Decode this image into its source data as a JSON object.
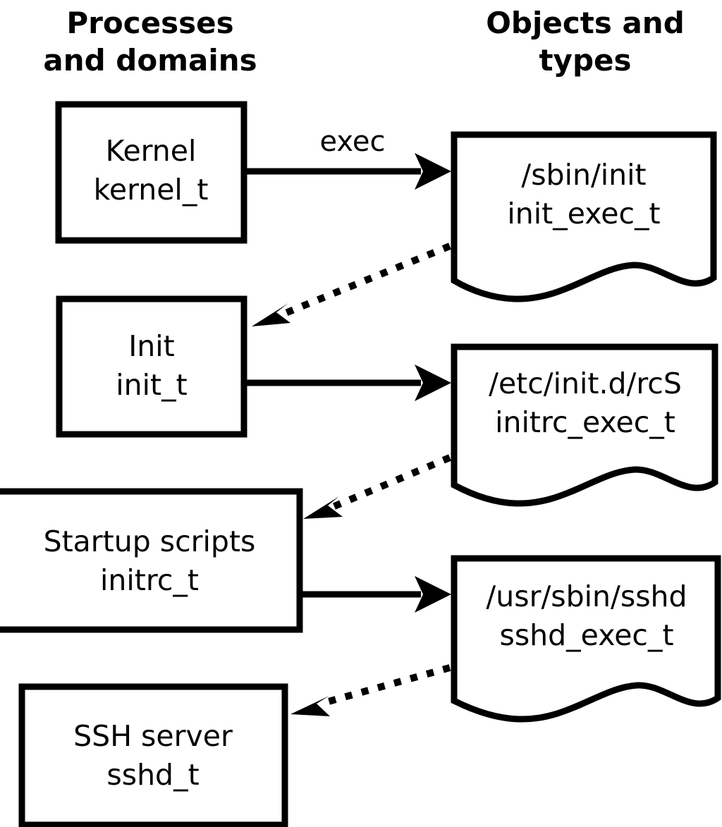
{
  "diagram": {
    "title_left": "Processes and domains",
    "title_right": "Objects and types",
    "columns": {
      "left": {
        "line1": "Processes",
        "line2": "and domains"
      },
      "right": {
        "line1": "Objects and",
        "line2": "types"
      }
    },
    "process_nodes": [
      {
        "name": "Kernel",
        "type": "kernel_t"
      },
      {
        "name": "Init",
        "type": "init_t"
      },
      {
        "name": "Startup scripts",
        "type": "initrc_t"
      },
      {
        "name": "SSH server",
        "type": "sshd_t"
      }
    ],
    "object_nodes": [
      {
        "path": "/sbin/init",
        "type": "init_exec_t"
      },
      {
        "path": "/etc/init.d/rcS",
        "type": "initrc_exec_t"
      },
      {
        "path": "/usr/sbin/sshd",
        "type": "sshd_exec_t"
      }
    ],
    "edges": [
      {
        "label": "exec",
        "style": "solid",
        "from": "Kernel",
        "to": "/sbin/init"
      },
      {
        "label": "",
        "style": "dotted",
        "from": "/sbin/init",
        "to": "Init"
      },
      {
        "label": "",
        "style": "solid",
        "from": "Init",
        "to": "/etc/init.d/rcS"
      },
      {
        "label": "",
        "style": "dotted",
        "from": "/etc/init.d/rcS",
        "to": "Startup scripts"
      },
      {
        "label": "",
        "style": "solid",
        "from": "Startup scripts",
        "to": "/usr/sbin/sshd"
      },
      {
        "label": "",
        "style": "dotted",
        "from": "/usr/sbin/sshd",
        "to": "SSH server"
      }
    ],
    "colors": {
      "stroke": "#000000",
      "fill": "#ffffff",
      "background": "#ffffff"
    }
  }
}
